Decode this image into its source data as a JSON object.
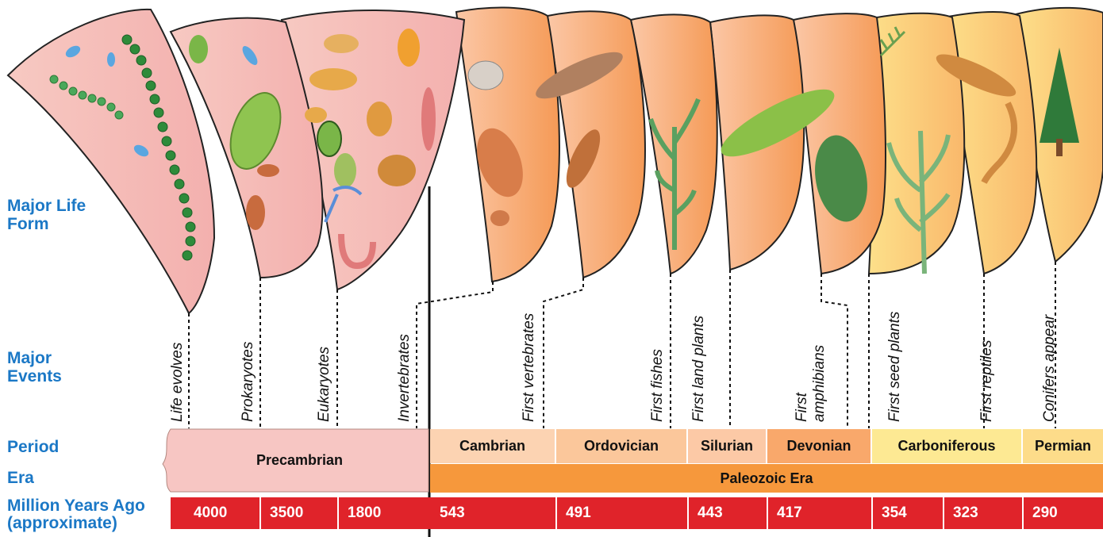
{
  "row_labels": {
    "life_form": "Major Life\nForm",
    "events": "Major\nEvents",
    "period": "Period",
    "era": "Era",
    "mya": "Million Years Ago\n(approximate)"
  },
  "events": [
    "Life evolves",
    "Prokaryotes",
    "Eukaryotes",
    "Invertebrates",
    "First vertebrates",
    "First fishes",
    "First land plants",
    "First\namphibians",
    "First seed plants",
    "First reptiles",
    "Conifers appear"
  ],
  "periods": [
    "Precambrian",
    "Cambrian",
    "Ordovician",
    "Silurian",
    "Devonian",
    "Carboniferous",
    "Permian"
  ],
  "era": "Paleozoic Era",
  "mya": [
    "4000",
    "3500",
    "1800",
    "543",
    "491",
    "443",
    "417",
    "354",
    "323",
    "290"
  ],
  "colors": {
    "label_blue": "#1b78c6",
    "precambrian": "#f7c6c3",
    "cambrian": "#fcd3b2",
    "ordovician": "#fbc79b",
    "silurian": "#fcc9a6",
    "devonian": "#f9a86b",
    "carboniferous": "#fde993",
    "permian": "#fddc8a",
    "paleozoic": "#f6983c",
    "mya_red": "#e0232a"
  }
}
